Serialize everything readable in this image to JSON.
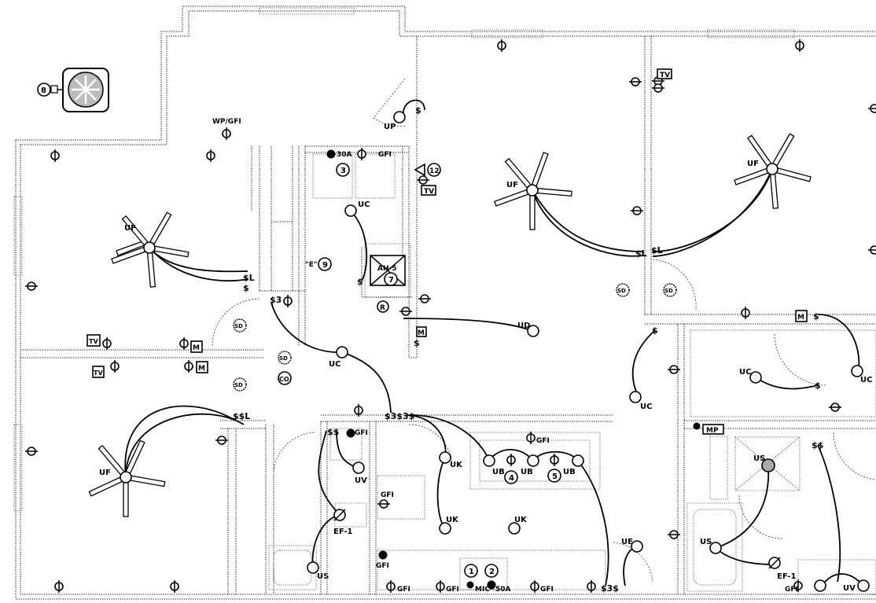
{
  "labels": {
    "uf": "UF",
    "uc": "UC",
    "ud": "UD",
    "ue": "UE",
    "up": "UP",
    "uv": "UV",
    "us": "US",
    "uk": "UK",
    "ub": "UB",
    "tv": "TV",
    "m": "M",
    "mp": "MP",
    "wp_gfi": "WP/GFI",
    "gfi": "GFI",
    "a30": "30A",
    "a50": "50A",
    "mic": "MIC",
    "ef1": "EF-1",
    "ah5": "AH-5",
    "e_mark": "\"E\"",
    "s": "$",
    "ss": "$$",
    "s3": "$3",
    "s3s": "$3$",
    "s3ss": "$3$3$",
    "sl": "$L",
    "ssl": "$$L"
  },
  "tags": {
    "t1": "1",
    "t2": "2",
    "t3": "3",
    "t4": "4",
    "t5": "5",
    "t7": "7",
    "t8": "8",
    "t9": "9",
    "t12": "12",
    "r": "R",
    "sd": "SD",
    "co": "CO"
  }
}
